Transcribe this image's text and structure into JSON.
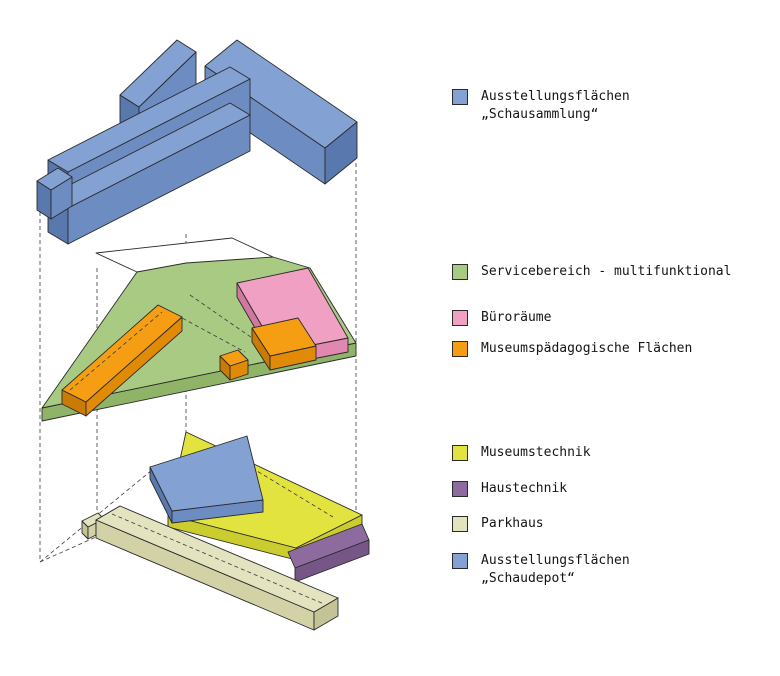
{
  "palette": {
    "background": "#FFFFFF",
    "line": "#2B2B2B",
    "blue_top": "#84A1D4",
    "blue_front": "#6D8DC2",
    "blue_dark": "#5878AE",
    "green_top": "#A9CA82",
    "green_front": "#8FB468",
    "pink_top": "#F0A0C2",
    "pink_front": "#E287AF",
    "pink_dark": "#D178A0",
    "orange_top": "#F59E13",
    "orange_front": "#E18A05",
    "orange_dark": "#C97B04",
    "yellow_top": "#E2E33E",
    "yellow_front": "#CBCC2D",
    "purple_top": "#8D6B9E",
    "purple_front": "#765687",
    "beige_top": "#E3E3BF",
    "beige_front": "#D2D2A6",
    "beige_dark": "#C3C396"
  },
  "legend": {
    "items": [
      {
        "id": "schausammlung",
        "label": "Ausstellungsflächen\n„Schausammlung“",
        "color": "#84A1D4"
      },
      {
        "id": "servicebereich",
        "label": "Servicebereich - multifunktional",
        "color": "#A9CA82"
      },
      {
        "id": "bueroraeume",
        "label": "Büroräume",
        "color": "#F0A0C2"
      },
      {
        "id": "museumspaedagogik",
        "label": "Museumspädagogische Flächen",
        "color": "#F59E13"
      },
      {
        "id": "museumstechnik",
        "label": "Museumstechnik",
        "color": "#E2E33E"
      },
      {
        "id": "haustechnik",
        "label": "Haustechnik",
        "color": "#8D6B9E"
      },
      {
        "id": "parkhaus",
        "label": "Parkhaus",
        "color": "#E3E3BF"
      },
      {
        "id": "schaudepot",
        "label": "Ausstellungsflächen\n„Schaudepot“",
        "color": "#84A1D4"
      }
    ]
  }
}
